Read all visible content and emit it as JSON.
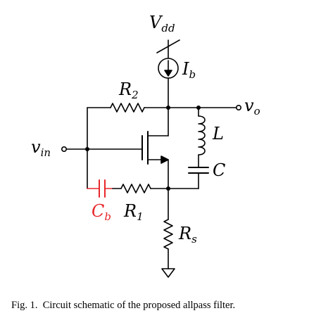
{
  "labels": {
    "vdd": {
      "main": "V",
      "sub": "dd"
    },
    "ib": {
      "main": "I",
      "sub": "b"
    },
    "r2": {
      "main": "R",
      "sub": "2"
    },
    "vo": {
      "main": "v",
      "sub": "o"
    },
    "vin": {
      "main": "v",
      "sub": "in"
    },
    "l": {
      "main": "L"
    },
    "c": {
      "main": "C"
    },
    "cb": {
      "main": "C",
      "sub": "b"
    },
    "r1": {
      "main": "R",
      "sub": "1"
    },
    "rs": {
      "main": "R",
      "sub": "s"
    }
  },
  "caption": {
    "fig_label": "Fig. 1.",
    "text": "Circuit schematic of the proposed allpass filter."
  },
  "colors": {
    "wire": "#000000",
    "highlight": "#e8262a"
  }
}
